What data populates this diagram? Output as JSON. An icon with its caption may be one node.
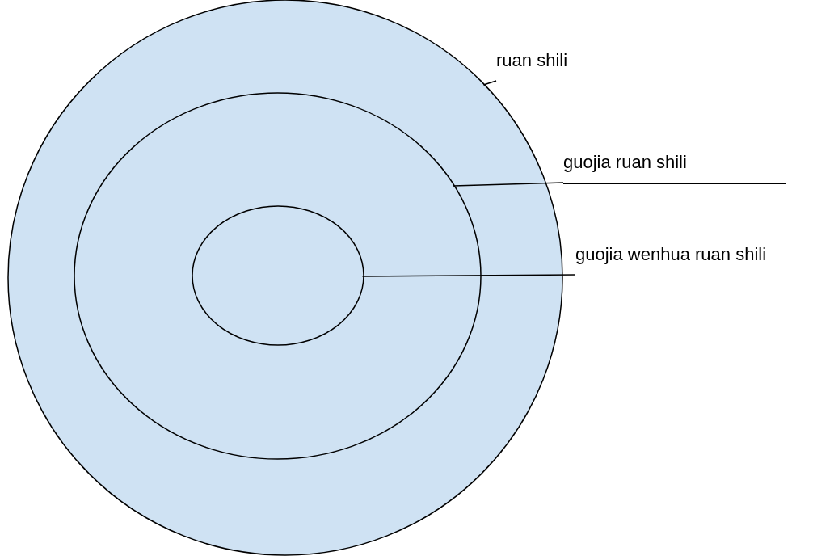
{
  "diagram": {
    "nodes": [
      {
        "text": [],
        "shape": "circle"
      },
      {
        "text": [],
        "shape": "circle",
        "in": 0
      },
      {
        "text": [],
        "shape": "circle",
        "in": 1
      },
      {
        "text": [
          "ruan shili"
        ]
      },
      {
        "text": [
          "guojia ruan shili"
        ]
      },
      {
        "text": [
          "guojia wenhua ruan shili"
        ]
      }
    ],
    "edges": [
      {
        "from": 3,
        "to": 0,
        "arrow": "none"
      },
      {
        "from": 4,
        "to": 1,
        "arrow": "none"
      },
      {
        "from": 5,
        "to": 2,
        "arrow": "none"
      }
    ]
  }
}
